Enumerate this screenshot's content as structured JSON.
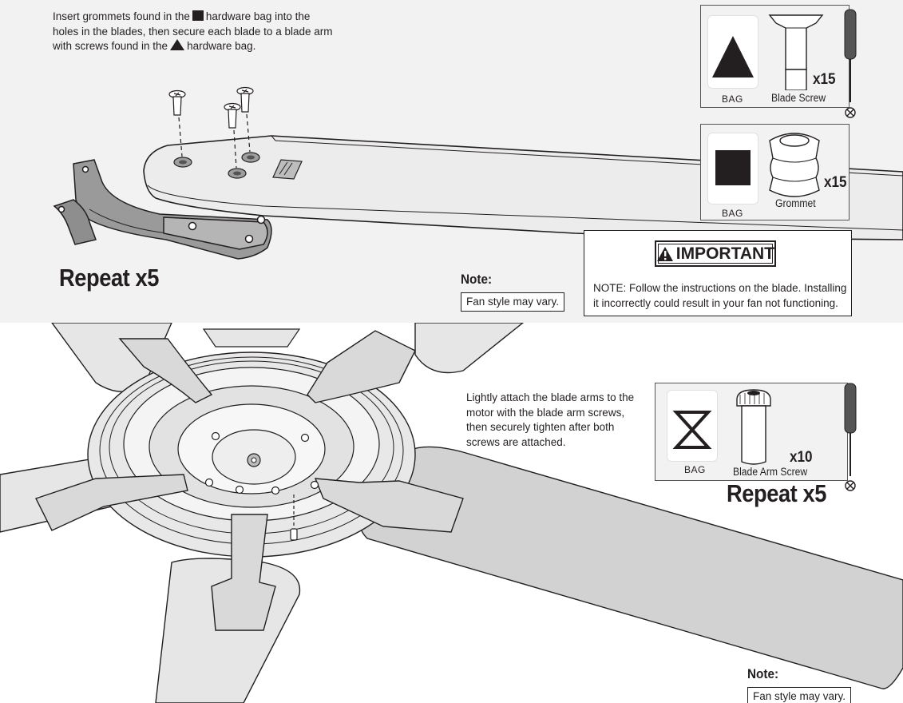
{
  "step_blades": {
    "instruction_line1_a": "Insert grommets found in the",
    "instruction_line1_b": "hardware bag into the",
    "instruction_line2": "holes in the blades, then secure each blade to a blade arm",
    "instruction_line3_a": "with screws found in the",
    "instruction_line3_b": "hardware bag.",
    "repeat": "Repeat x5",
    "note_title": "Note:",
    "note_text": "Fan style may vary."
  },
  "hardware_blade_screw": {
    "bag_label": "BAG",
    "quantity": "x15",
    "name": "Blade Screw",
    "bag_symbol": "triangle-icon"
  },
  "hardware_grommet": {
    "bag_label": "BAG",
    "quantity": "x15",
    "name": "Grommet",
    "bag_symbol": "square-icon"
  },
  "important": {
    "badge": "IMPORTANT",
    "text": "NOTE: Follow the instructions on the blade. Installing it incorrectly could result in your fan not functioning."
  },
  "step_arms": {
    "instruction": "Lightly attach the blade arms to the motor with the blade arm screws, then securely tighten after both screws are attached.",
    "repeat": "Repeat x5",
    "note_title": "Note:",
    "note_text": "Fan style may vary."
  },
  "hardware_blade_arm_screw": {
    "bag_label": "BAG",
    "quantity": "x10",
    "name": "Blade Arm Screw",
    "bag_symbol": "hourglass-icon"
  },
  "colors": {
    "ink": "#231f20",
    "panel_top_bg": "#f2f2f2",
    "part_fill": "#e6e6e6",
    "blade_dark": "#d2d2d2"
  }
}
